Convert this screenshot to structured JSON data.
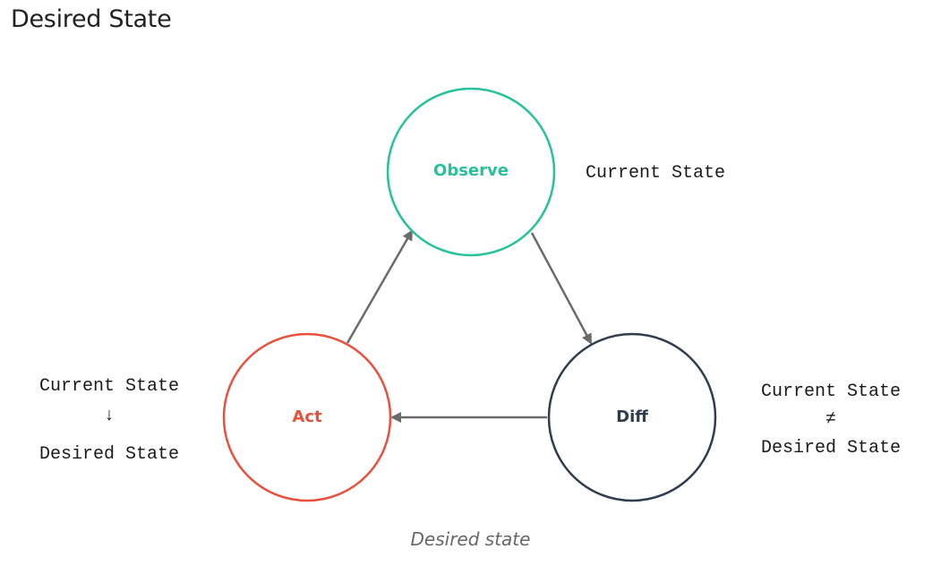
{
  "page": {
    "heading": "Desired State",
    "caption": "Desired state"
  },
  "diagram": {
    "nodes": {
      "observe": {
        "label": "Observe",
        "color": "#27c29b"
      },
      "diff": {
        "label": "Diff",
        "color": "#2f3d4c"
      },
      "act": {
        "label": "Act",
        "color": "#e8513d"
      }
    },
    "arrow_color": "#6b6b6b",
    "annotations": {
      "observe": {
        "line1": "Current State"
      },
      "diff": {
        "line1": "Current State",
        "symbol": "≠",
        "line2": "Desired State"
      },
      "act": {
        "line1": "Current State",
        "symbol": "↓",
        "line2": "Desired State"
      }
    }
  }
}
